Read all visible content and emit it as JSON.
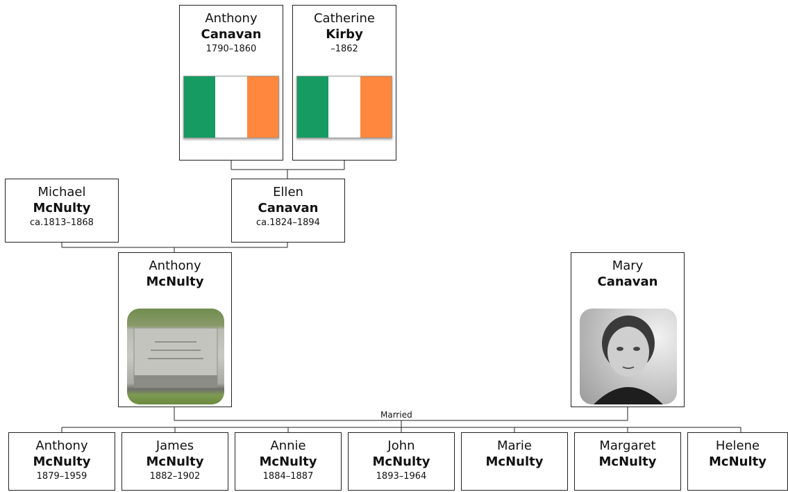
{
  "colors": {
    "flag_green": "#169b62",
    "flag_white": "#ffffff",
    "flag_orange": "#ff883e"
  },
  "tree": {
    "grandparents": [
      {
        "given": "Anthony",
        "surname": "Canavan",
        "dates": "1790–1860",
        "image": "irish-flag-icon"
      },
      {
        "given": "Catherine",
        "surname": "Kirby",
        "dates": "–1862",
        "image": "irish-flag-icon"
      }
    ],
    "parents": [
      {
        "given": "Michael",
        "surname": "McNulty",
        "dates": "ca.1813–1868"
      },
      {
        "given": "Ellen",
        "surname": "Canavan",
        "dates": "ca.1824–1894"
      }
    ],
    "couple": [
      {
        "given": "Anthony",
        "surname": "McNulty",
        "image": "gravestone-photo"
      },
      {
        "given": "Mary",
        "surname": "Canavan",
        "image": "portrait-photo"
      }
    ],
    "marriage_label": "Married",
    "children": [
      {
        "given": "Anthony",
        "surname": "McNulty",
        "dates": "1879–1959"
      },
      {
        "given": "James",
        "surname": "McNulty",
        "dates": "1882–1902"
      },
      {
        "given": "Annie",
        "surname": "McNulty",
        "dates": "1884–1887"
      },
      {
        "given": "John",
        "surname": "McNulty",
        "dates": "1893–1964"
      },
      {
        "given": "Marie",
        "surname": "McNulty",
        "dates": ""
      },
      {
        "given": "Margaret",
        "surname": "McNulty",
        "dates": ""
      },
      {
        "given": "Helene",
        "surname": "McNulty",
        "dates": ""
      }
    ]
  }
}
